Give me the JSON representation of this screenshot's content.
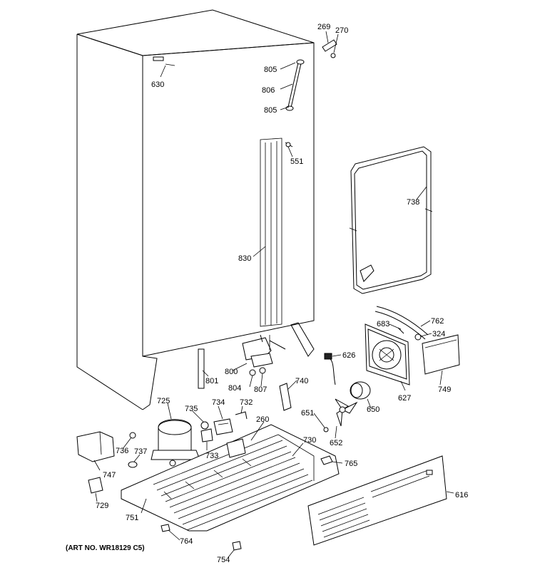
{
  "art_number": "(ART NO. WR18129 C5)",
  "callouts": {
    "c269": "269",
    "c270": "270",
    "c630": "630",
    "c805a": "805",
    "c806": "806",
    "c805b": "805",
    "c551": "551",
    "c738": "738",
    "c830": "830",
    "c762": "762",
    "c683": "683",
    "c324": "324",
    "c626": "626",
    "c801": "801",
    "c800": "800",
    "c804": "804",
    "c807": "807",
    "c740": "740",
    "c627": "627",
    "c749": "749",
    "c650": "650",
    "c651": "651",
    "c652": "652",
    "c725": "725",
    "c735": "735",
    "c734": "734",
    "c732": "732",
    "c260": "260",
    "c730": "730",
    "c736": "736",
    "c737": "737",
    "c733": "733",
    "c747": "747",
    "c765": "765",
    "c729": "729",
    "c751": "751",
    "c616": "616",
    "c764": "764",
    "c754": "754"
  }
}
